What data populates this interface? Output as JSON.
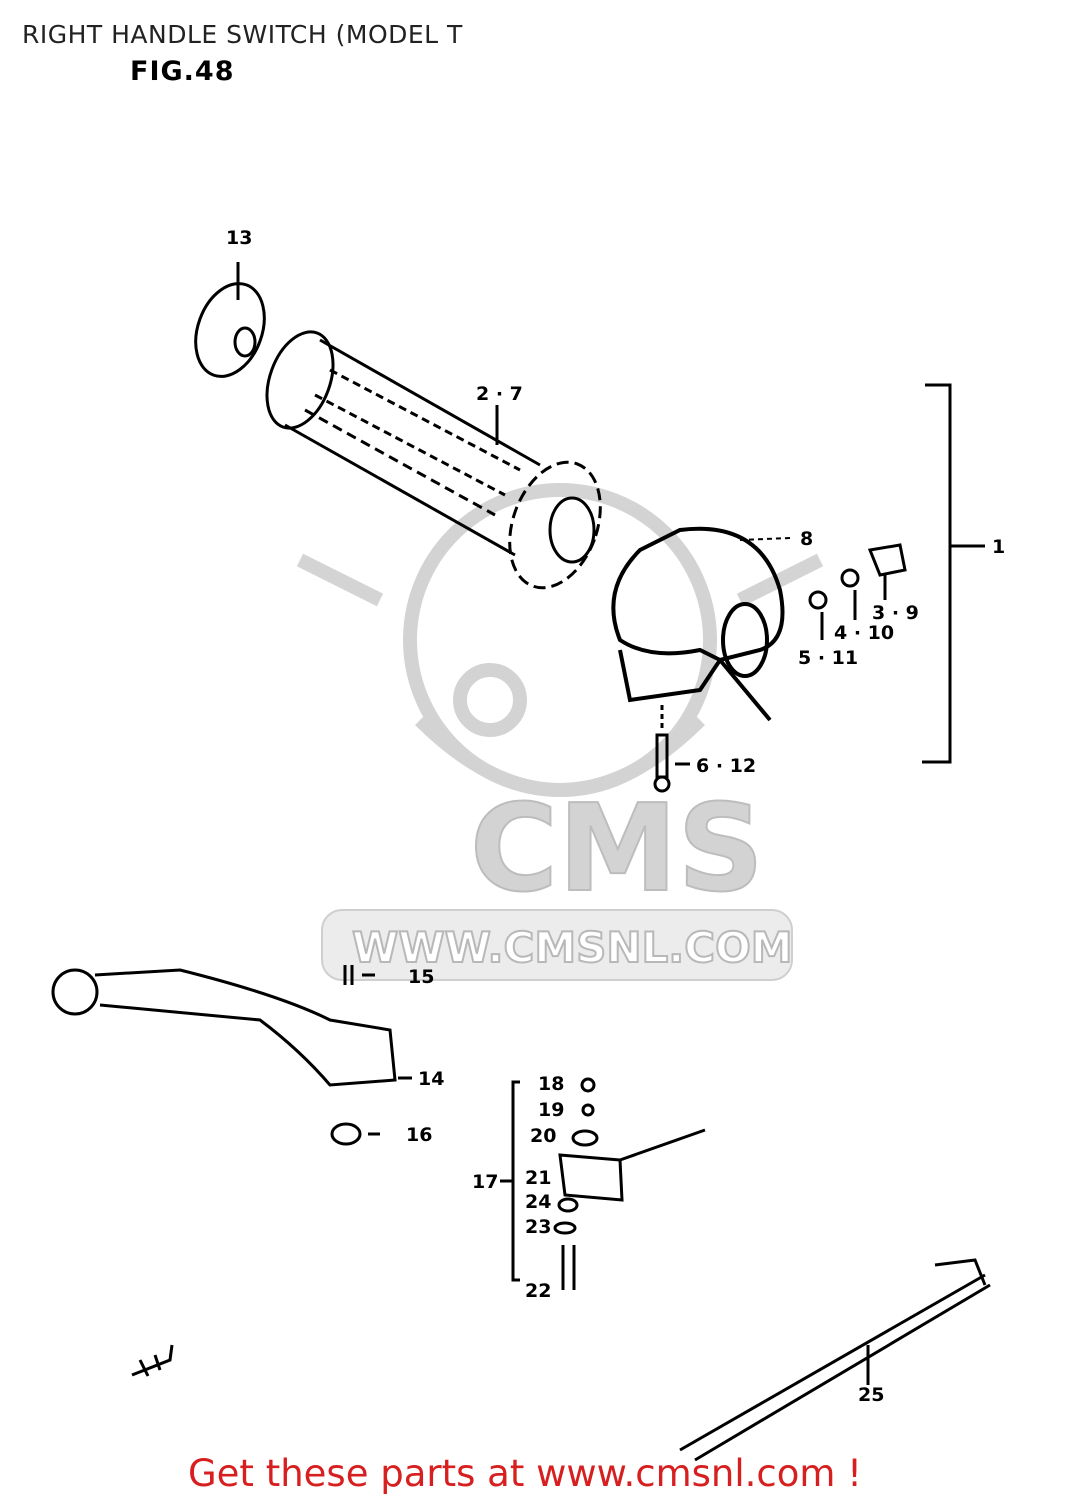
{
  "header": {
    "title": "RIGHT HANDLE SWITCH (MODEL T",
    "figure": "FIG.48"
  },
  "watermark": {
    "brand": "CMS",
    "url": "WWW.CMSNL.COM",
    "color": "#c8c8c8"
  },
  "callouts": {
    "p1": "1",
    "p2_7": "2 · 7",
    "p3_9": "3 · 9",
    "p4_10": "4 · 10",
    "p5_11": "5 · 11",
    "p6_12": "6 · 12",
    "p8": "8",
    "p13": "13",
    "p14": "14",
    "p15": "15",
    "p16": "16",
    "p17": "17",
    "p18": "18",
    "p19": "19",
    "p20": "20",
    "p21": "21",
    "p22": "22",
    "p23": "23",
    "p24": "24",
    "p25": "25"
  },
  "footer": {
    "link_text": "Get these parts at www.cmsnl.com !",
    "color": "#d81f1f"
  }
}
